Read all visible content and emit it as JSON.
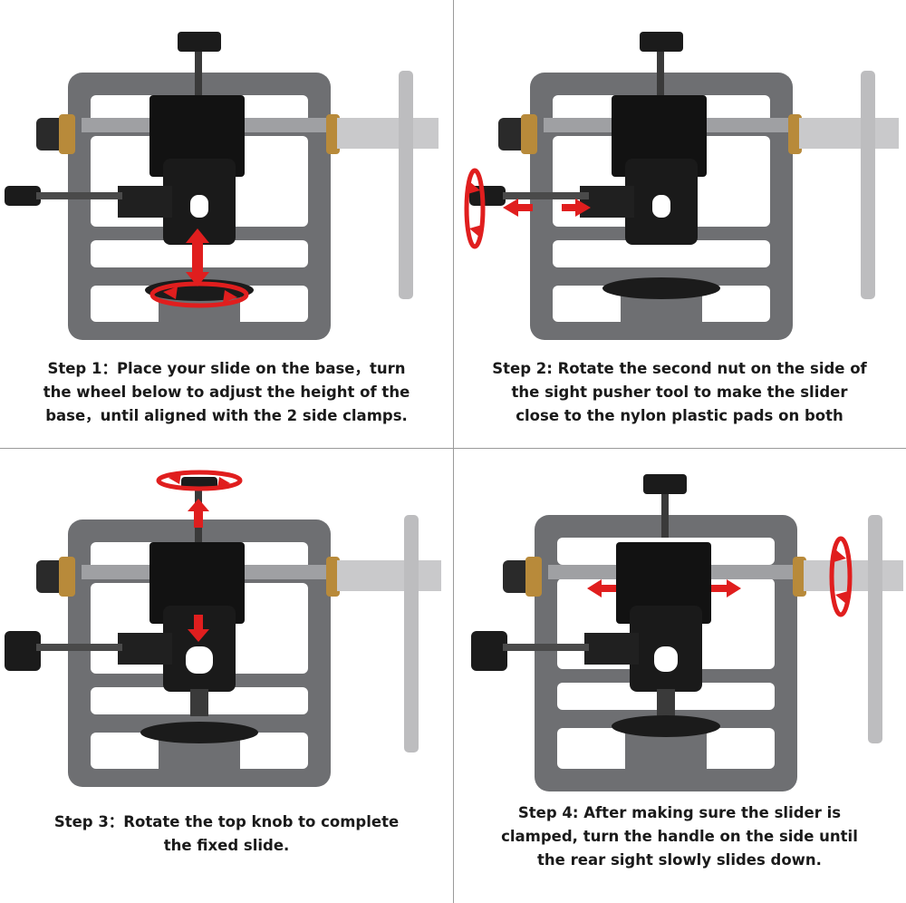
{
  "steps": [
    {
      "caption": "Step 1：Place your slide on the base，turn\nthe wheel below to adjust the height of the\nbase，until aligned with the 2 side clamps."
    },
    {
      "caption": "Step 2: Rotate the second nut on the side of\nthe sight pusher tool to make the slider\nclose to the nylon plastic pads on both"
    },
    {
      "caption": "Step 3：Rotate the top knob to complete\nthe fixed slide."
    },
    {
      "caption": "Step 4:  After making sure the slider is\nclamped, turn the handle on the side until\nthe rear sight slowly slides down."
    }
  ],
  "colors": {
    "frame": "#6e6f72",
    "frame_dark": "#4a4b4e",
    "block": "#121212",
    "steel": "#c9c9cb",
    "brass": "#b88a3a",
    "arrow": "#e01e1e"
  },
  "icons": {
    "tool": "sight-pusher-tool-illustration",
    "arrow": "red-direction-arrow-icon",
    "rotate": "red-rotation-icon"
  }
}
